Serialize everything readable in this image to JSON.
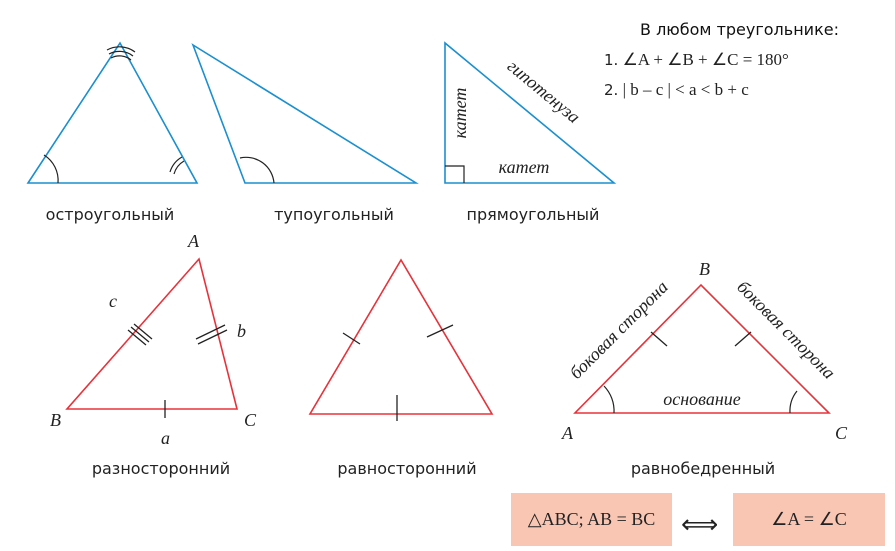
{
  "colors": {
    "blue": "#1a8fd1",
    "red": "#e8323a",
    "ink": "#222222",
    "box": "#f9c6b4"
  },
  "rules": {
    "title": "В любом треугольнике:",
    "rule1": {
      "n": "1.",
      "text": "∠A  +  ∠B + ∠C = 180°"
    },
    "rule2": {
      "n": "2.",
      "text": "| b – c | < a < b + c"
    }
  },
  "captions": {
    "acute": "остроугольный",
    "obtuse": "тупоугольный",
    "right": "прямоугольный",
    "scalene": "разносторонний",
    "equilateral": "равносторонний",
    "isosceles": "равнобедренный"
  },
  "right_triangle": {
    "leg_vertical": "катет",
    "leg_horizontal": "катет",
    "hypotenuse": "гипотенуза"
  },
  "scalene": {
    "vertex_a": "A",
    "vertex_b": "B",
    "vertex_c": "C",
    "side_a": "a",
    "side_b": "b",
    "side_c": "c"
  },
  "isosceles": {
    "vertex_a": "A",
    "vertex_b": "B",
    "vertex_c": "C",
    "side_left": "боковая сторона",
    "side_right": "боковая сторона",
    "base": "основание"
  },
  "property": {
    "left": "△ABC;  AB = BC",
    "right": "∠A  =  ∠C",
    "symbol": "⟺"
  }
}
